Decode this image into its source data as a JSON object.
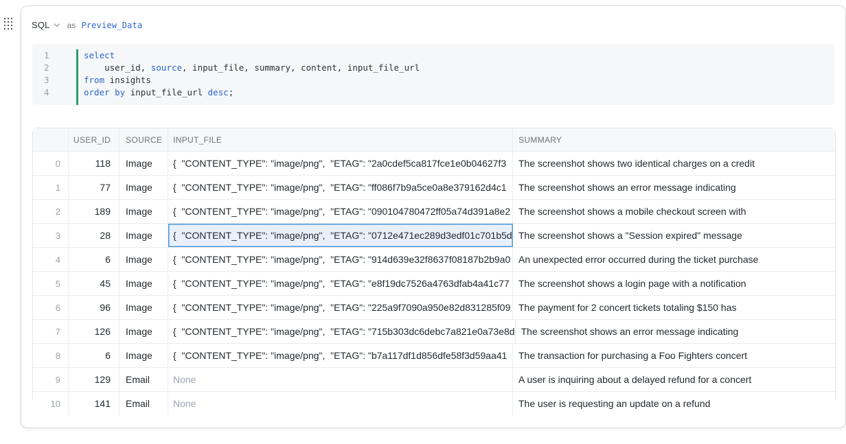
{
  "header": {
    "cell_type": "SQL",
    "as_label": "as",
    "cell_name": "Preview_Data"
  },
  "editor": {
    "lines": [
      {
        "num": "1",
        "segments": [
          {
            "c": "k",
            "t": "select"
          }
        ]
      },
      {
        "num": "2",
        "segments": [
          {
            "c": "p",
            "t": "    user_id, "
          },
          {
            "c": "k",
            "t": "source"
          },
          {
            "c": "p",
            "t": ", input_file, summary, content, input_file_url"
          }
        ]
      },
      {
        "num": "3",
        "segments": [
          {
            "c": "k",
            "t": "from"
          },
          {
            "c": "p",
            "t": " insights"
          }
        ]
      },
      {
        "num": "4",
        "segments": [
          {
            "c": "k",
            "t": "order by"
          },
          {
            "c": "p",
            "t": " input_file_url "
          },
          {
            "c": "k",
            "t": "desc"
          },
          {
            "c": "p",
            "t": ";"
          }
        ]
      }
    ]
  },
  "table": {
    "columns": [
      {
        "key": "index",
        "label": ""
      },
      {
        "key": "user_id",
        "label": "USER_ID"
      },
      {
        "key": "source",
        "label": "SOURCE"
      },
      {
        "key": "input_file",
        "label": "INPUT_FILE"
      },
      {
        "key": "summary",
        "label": "SUMMARY"
      }
    ],
    "selected": {
      "row": 3,
      "column": "input_file"
    },
    "rows": [
      {
        "index": "0",
        "user_id": "118",
        "source": "Image",
        "input_file": "{  \"CONTENT_TYPE\": \"image/png\",  \"ETAG\": \"2a0cdef5ca817fce1e0b04627f3",
        "summary": "The screenshot shows two identical charges on a credit"
      },
      {
        "index": "1",
        "user_id": "77",
        "source": "Image",
        "input_file": "{  \"CONTENT_TYPE\": \"image/png\",  \"ETAG\": \"ff086f7b9a5ce0a8e379162d4c1",
        "summary": "The screenshot shows an error message indicating"
      },
      {
        "index": "2",
        "user_id": "189",
        "source": "Image",
        "input_file": "{  \"CONTENT_TYPE\": \"image/png\",  \"ETAG\": \"090104780472ff05a74d391a8e2",
        "summary": "The screenshot shows a mobile checkout screen with"
      },
      {
        "index": "3",
        "user_id": "28",
        "source": "Image",
        "input_file": "{  \"CONTENT_TYPE\": \"image/png\",  \"ETAG\": \"0712e471ec289d3edf01c701b5d",
        "summary": "The screenshot shows a \"Session expired\" message"
      },
      {
        "index": "4",
        "user_id": "6",
        "source": "Image",
        "input_file": "{  \"CONTENT_TYPE\": \"image/png\",  \"ETAG\": \"914d639e32f8637f08187b2b9a0",
        "summary": "An unexpected error occurred during the ticket purchase"
      },
      {
        "index": "5",
        "user_id": "45",
        "source": "Image",
        "input_file": "{  \"CONTENT_TYPE\": \"image/png\",  \"ETAG\": \"e8f19dc7526a4763dfab4a41c77",
        "summary": "The screenshot shows a login page with a notification"
      },
      {
        "index": "6",
        "user_id": "96",
        "source": "Image",
        "input_file": "{  \"CONTENT_TYPE\": \"image/png\",  \"ETAG\": \"225a9f7090a950e82d831285f09",
        "summary": "The payment for 2 concert tickets totaling $150 has"
      },
      {
        "index": "7",
        "user_id": "126",
        "source": "Image",
        "input_file": "{  \"CONTENT_TYPE\": \"image/png\",  \"ETAG\": \"715b303dc6debc7a821e0a73e8d",
        "summary": "The screenshot shows an error message indicating"
      },
      {
        "index": "8",
        "user_id": "6",
        "source": "Image",
        "input_file": "{  \"CONTENT_TYPE\": \"image/png\",  \"ETAG\": \"b7a117df1d856dfe58f3d59aa41",
        "summary": "The transaction for purchasing a Foo Fighters concert"
      },
      {
        "index": "9",
        "user_id": "129",
        "source": "Email",
        "input_file": "None",
        "summary": "A user is inquiring about a delayed refund for a concert"
      },
      {
        "index": "10",
        "user_id": "141",
        "source": "Email",
        "input_file": "None",
        "summary": "The user is requesting an update on a refund"
      }
    ]
  },
  "colors": {
    "accent_blue": "#2e66cf",
    "keyword_blue": "#2a66cc",
    "gutter_green": "#2aa065",
    "selection_fill": "#e8f1fb",
    "selection_border": "#4d96d9",
    "none_text": "#9ca3af",
    "header_bg": "#f7f8fa"
  }
}
